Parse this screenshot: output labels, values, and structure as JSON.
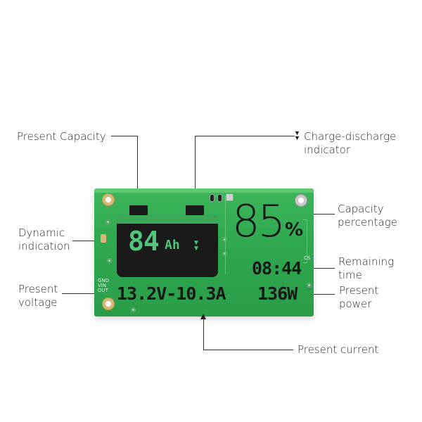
{
  "callouts": {
    "present_capacity": "Present Capacity",
    "charge_discharge_line1": "Charge-discharge",
    "charge_discharge_line2": "indicator",
    "charge_discharge_icon": "▼▼",
    "dynamic_indication_line1": "Dynamic",
    "dynamic_indication_line2": "indication",
    "present_voltage_line1": "Present",
    "present_voltage_line2": "voltage",
    "capacity_percentage_line1": "Capacity",
    "capacity_percentage_line2": "percentage",
    "remaining_time_line1": "Remaining",
    "remaining_time_line2": "time",
    "present_power_line1": "Present",
    "present_power_line2": "power",
    "present_current": "Present current"
  },
  "display": {
    "capacity_value": "84",
    "capacity_unit": "Ah",
    "charge_indicator": "▼▼",
    "percentage_value": "85",
    "percentage_symbol": "%",
    "remaining_time": "08:44",
    "power": "136W",
    "voltage_current": "13.2V-10.3A"
  },
  "silkscreen": {
    "side_marks": "GND\nVIN\nOUT",
    "time_mark": "CS"
  },
  "colors": {
    "pcb_green": "#2fa84f",
    "oled_text": "#4fc77a",
    "oled_bg": "#1a1a1a",
    "segment_text": "#181818"
  }
}
